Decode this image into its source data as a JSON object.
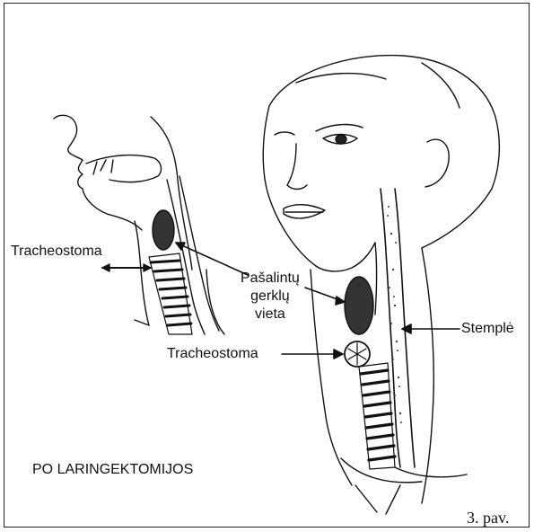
{
  "labels": {
    "tracheostoma_left": "Tracheostoma",
    "removed_larynx_line1": "Pašalintų",
    "removed_larynx_line2": "gerklų",
    "removed_larynx_line3": "vieta",
    "esophagus": "Stemplė",
    "tracheostoma_right": "Tracheostoma",
    "caption": "PO LARINGEKTOMIJOS",
    "figure_number": "3. pav."
  },
  "colors": {
    "ink": "#111111",
    "background": "#ffffff",
    "border": "#222222"
  }
}
